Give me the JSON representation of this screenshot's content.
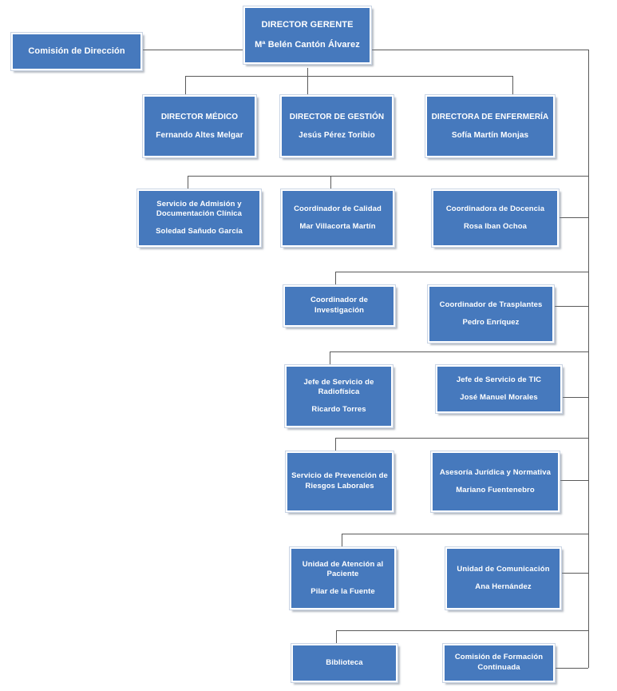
{
  "document": {
    "kind": "organizational-chart",
    "language": "es",
    "colors": {
      "node_fill": "#4679BD",
      "node_text": "#FFFFFF",
      "node_border": "#FFFFFF",
      "connector": "#5A5A5A",
      "background": "#FFFFFF"
    }
  },
  "nodes": {
    "comision_direccion": {
      "title": "Comisión de Dirección",
      "person": ""
    },
    "director_gerente": {
      "title": "DIRECTOR GERENTE",
      "person": "Mª Belén Cantón Álvarez"
    },
    "director_medico": {
      "title": "DIRECTOR MÉDICO",
      "person": "Fernando Altes Melgar"
    },
    "director_gestion": {
      "title": "DIRECTOR DE GESTIÓN",
      "person": "Jesús Pérez Toribio"
    },
    "directora_enfermeria": {
      "title": "DIRECTORA DE ENFERMERÍA",
      "person": "Sofía Martín Monjas"
    },
    "admision": {
      "title": "Servicio de Admisión y Documentación Clínica",
      "person": "Soledad Sañudo García"
    },
    "calidad": {
      "title": "Coordinador de Calidad",
      "person": "Mar Villacorta Martín"
    },
    "docencia": {
      "title": "Coordinadora de Docencia",
      "person": "Rosa Iban Ochoa"
    },
    "investigacion": {
      "title": "Coordinador de Investigación",
      "person": ""
    },
    "trasplantes": {
      "title": "Coordinador de Trasplantes",
      "person": "Pedro Enríquez"
    },
    "radiofisica": {
      "title": "Jefe de Servicio de Radiofísica",
      "person": "Ricardo Torres"
    },
    "tic": {
      "title": "Jefe de Servicio de TIC",
      "person": "José Manuel Morales"
    },
    "prevencion": {
      "title": "Servicio de Prevención de Riesgos Laborales",
      "person": ""
    },
    "asesoria": {
      "title": "Asesoría Jurídica y Normativa",
      "person": "Mariano Fuentenebro"
    },
    "atencion_paciente": {
      "title": "Unidad de Atención al Paciente",
      "person": "Pilar de la Fuente"
    },
    "comunicacion": {
      "title": "Unidad de Comunicación",
      "person": "Ana Hernández"
    },
    "biblioteca": {
      "title": "Biblioteca",
      "person": ""
    },
    "formacion": {
      "title": "Comisión de Formación Continuada",
      "person": ""
    }
  }
}
